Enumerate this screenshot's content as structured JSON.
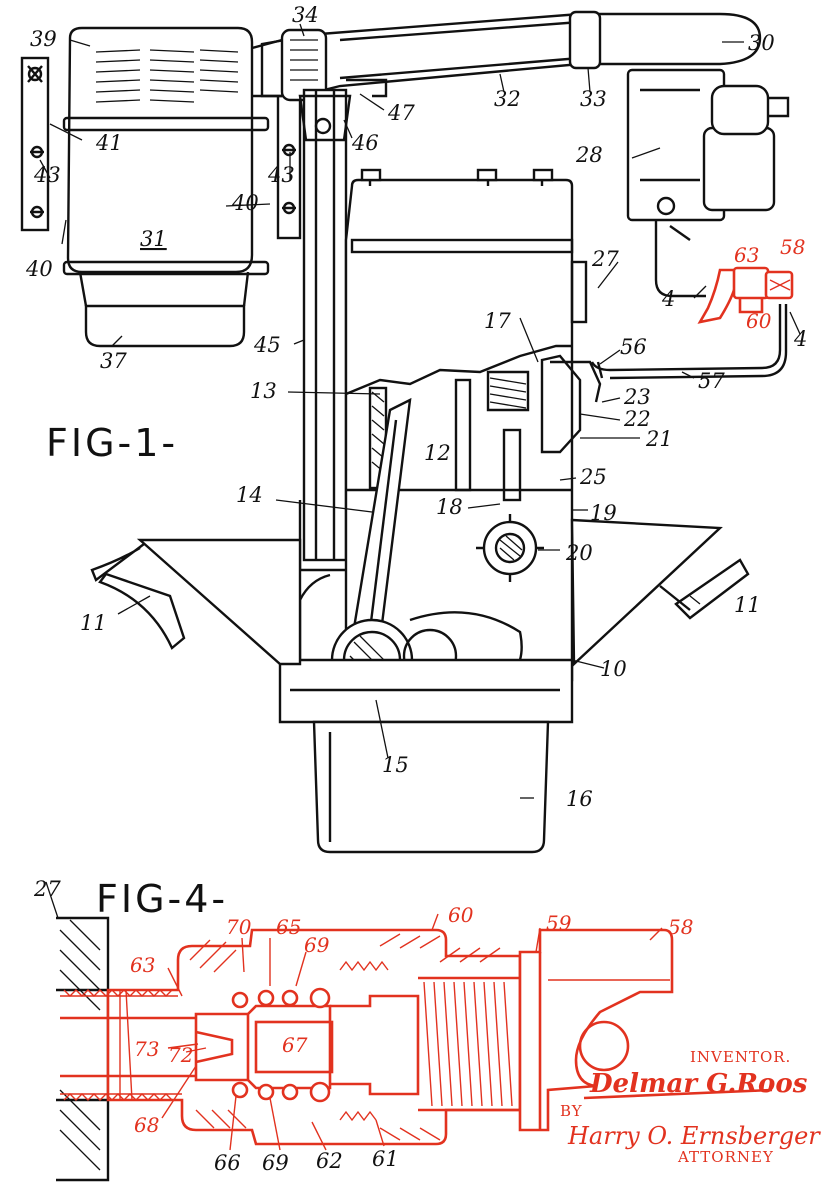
{
  "colors": {
    "ink": "#111111",
    "highlight": "#e2321f",
    "paper": "#ffffff"
  },
  "figures": {
    "fig1_title": "FIG-1-",
    "fig4_title": "FIG-4-"
  },
  "fig1_labels": {
    "l39": "39",
    "l34": "34",
    "l30": "30",
    "l32": "32",
    "l33": "33",
    "l47": "47",
    "l46": "46",
    "l41": "41",
    "l43a": "43",
    "l43b": "43",
    "l40a": "40",
    "l40b": "40",
    "l31": "31",
    "l28": "28",
    "l27": "27",
    "l4a": "4",
    "l4b": "4",
    "l57": "57",
    "l45": "45",
    "l37": "37",
    "l17": "17",
    "l56": "56",
    "l23": "23",
    "l22": "22",
    "l21": "21",
    "l13": "13",
    "l12": "12",
    "l25": "25",
    "l14": "14",
    "l18": "18",
    "l19": "19",
    "l20": "20",
    "l11a": "11",
    "l11b": "11",
    "l10": "10",
    "l15": "15",
    "l16": "16"
  },
  "fig1_red_labels": {
    "l63": "63",
    "l58": "58",
    "l60": "60"
  },
  "fig4_labels": {
    "l27": "27",
    "l70": "70",
    "l65": "65",
    "l60": "60",
    "l59": "59",
    "l58": "58",
    "l69a": "69",
    "l63": "63",
    "l73": "73",
    "l72": "72",
    "l67": "67",
    "l68": "68",
    "l66": "66",
    "l69b": "69",
    "l62": "62",
    "l61": "61"
  },
  "signature": {
    "inventor_caption": "INVENTOR.",
    "inventor_name": "Delmar G.Roos",
    "by": "BY",
    "attorney_name": "Harry O. Ernsberger",
    "attorney_caption": "ATTORNEY"
  }
}
